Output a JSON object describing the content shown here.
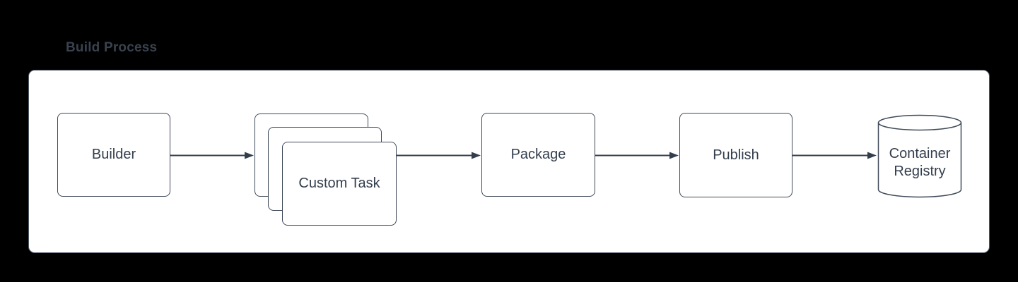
{
  "diagram": {
    "title": "Build Process",
    "nodes": {
      "builder": {
        "label": "Builder",
        "shape": "rounded-rectangle"
      },
      "custom_task": {
        "label": "Custom Task",
        "shape": "stacked-rounded-rectangles",
        "stack_count": 3
      },
      "package": {
        "label": "Package",
        "shape": "rounded-rectangle"
      },
      "publish": {
        "label": "Publish",
        "shape": "rounded-rectangle"
      },
      "container_registry": {
        "label": "Container Registry",
        "shape": "cylinder"
      }
    },
    "edges": [
      {
        "from": "builder",
        "to": "custom_task",
        "style": "arrow"
      },
      {
        "from": "custom_task",
        "to": "package",
        "style": "arrow"
      },
      {
        "from": "package",
        "to": "publish",
        "style": "arrow"
      },
      {
        "from": "publish",
        "to": "container_registry",
        "style": "arrow"
      }
    ],
    "colors": {
      "page_background": "#000000",
      "canvas_background": "#ffffff",
      "canvas_border": "#535d6b",
      "shape_stroke": "#3f4a58",
      "shape_fill": "#ffffff",
      "arrow": "#333e4d",
      "text": "#333e4d",
      "title_text": "#39424e"
    }
  }
}
